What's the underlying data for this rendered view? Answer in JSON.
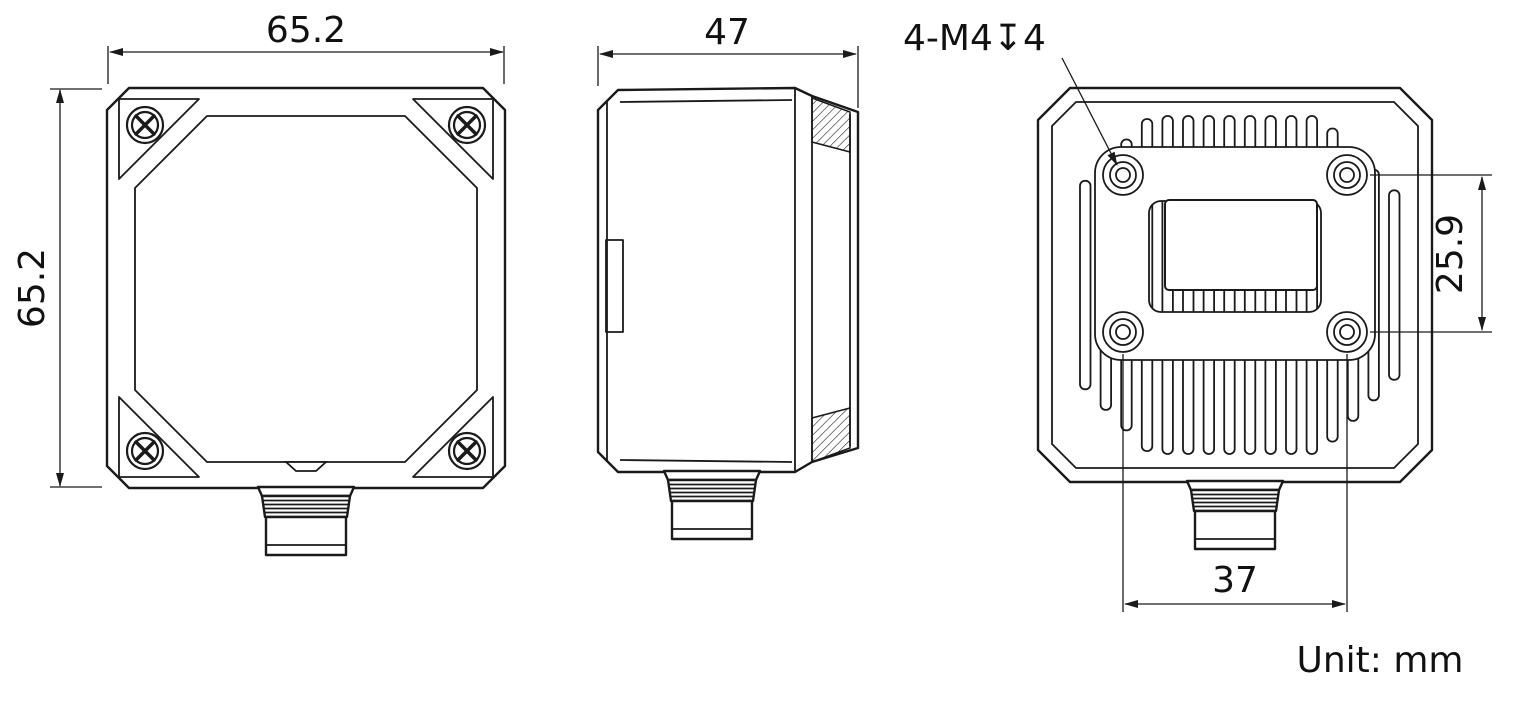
{
  "page": {
    "unit_label": "Unit: mm"
  },
  "front_view": {
    "width_dim": "65.2",
    "height_dim": "65.2"
  },
  "side_view": {
    "depth_dim": "47"
  },
  "rear_view": {
    "thread_callout": "4-M4↧4",
    "vertical_hole_spacing": "25.9",
    "horizontal_hole_spacing": "37"
  }
}
